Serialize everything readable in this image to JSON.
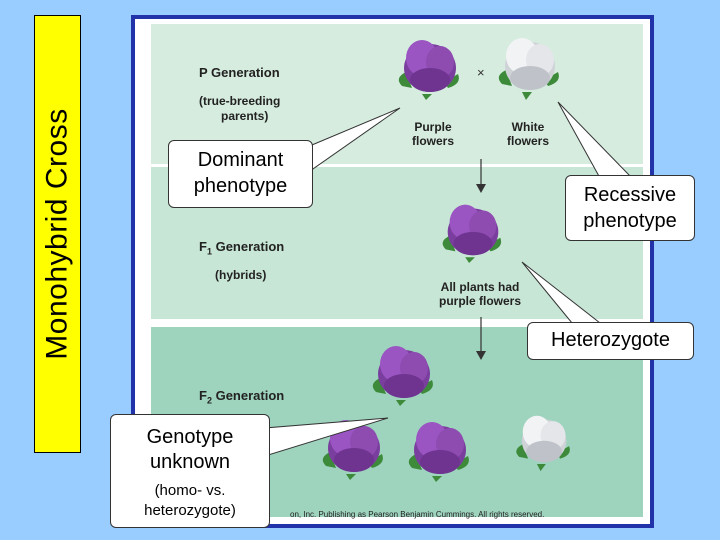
{
  "side_title": "Monohybrid Cross",
  "figure": {
    "p_generation": "P Generation",
    "p_note_1": "(true-breeding",
    "p_note_2": "parents)",
    "cross_symbol": "×",
    "purple_label_1": "Purple",
    "purple_label_2": "flowers",
    "white_label_1": "White",
    "white_label_2": "flowers",
    "f1_prefix": "F",
    "f1_sub": "1",
    "f1_suffix": " Generation",
    "f1_note": "(hybrids)",
    "f1_result_1": "All plants had",
    "f1_result_2": "purple flowers",
    "f2_prefix": "F",
    "f2_sub": "2",
    "f2_suffix": " Generation",
    "copyright": "on, Inc. Publishing as Pearson Benjamin Cummings. All rights reserved."
  },
  "callouts": {
    "dominant_1": "Dominant",
    "dominant_2": "phenotype",
    "recessive_1": "Recessive",
    "recessive_2": "phenotype",
    "heterozygote": "Heterozygote",
    "genotype_1": "Genotype",
    "genotype_2": "unknown",
    "genotype_3": "(homo- vs.",
    "genotype_4": "heterozygote)"
  },
  "colors": {
    "background": "#99CCFF",
    "title_bg": "#FFFF00",
    "figure_border": "#2233AA",
    "purple_flower": "#8E4BB0",
    "white_flower": "#E8EAEE"
  }
}
